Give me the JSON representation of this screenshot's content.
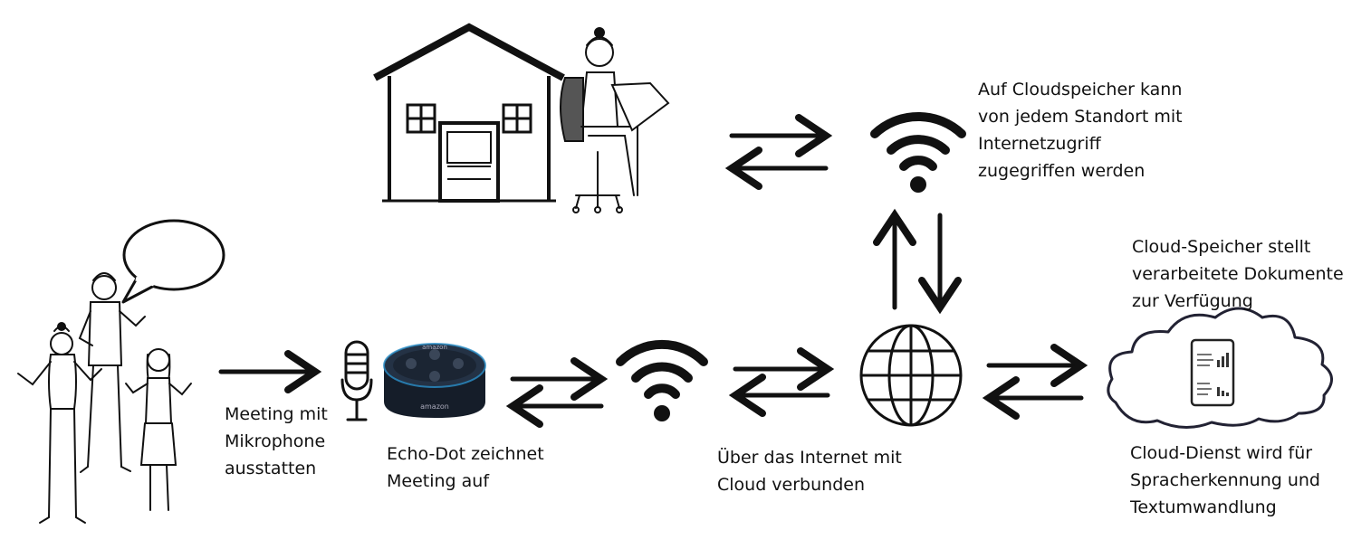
{
  "labels": {
    "meeting": [
      "Meeting mit",
      "Mikrophone",
      "ausstatten"
    ],
    "echo": [
      "Echo-Dot zeichnet",
      "Meeting auf"
    ],
    "internet": [
      "Über das Internet mit",
      "Cloud verbunden"
    ],
    "cloud_service": [
      "Cloud-Dienst wird für",
      "Spracherkennung und",
      "Textumwandlung"
    ],
    "cloud_storage": [
      "Cloud-Speicher stellt",
      "verarbeitete Dokumente",
      "zur Verfügung"
    ],
    "remote_access": [
      "Auf Cloudspeicher kann",
      "von jedem Standort mit",
      "Internetzugriff",
      "zugegriffen werden"
    ]
  },
  "device": {
    "brand_text": "amazon"
  },
  "colors": {
    "ink": "#111111",
    "echo_body": "#1a2535",
    "echo_ring": "#2a8fc8",
    "cloud_outline": "#222233"
  },
  "icons": [
    "people-meeting-icon",
    "speech-bubble-icon",
    "microphone-icon",
    "echo-dot-icon",
    "wifi-icon",
    "globe-icon",
    "cloud-document-icon",
    "house-icon",
    "woman-laptop-icon",
    "bidirectional-arrow-icon"
  ]
}
